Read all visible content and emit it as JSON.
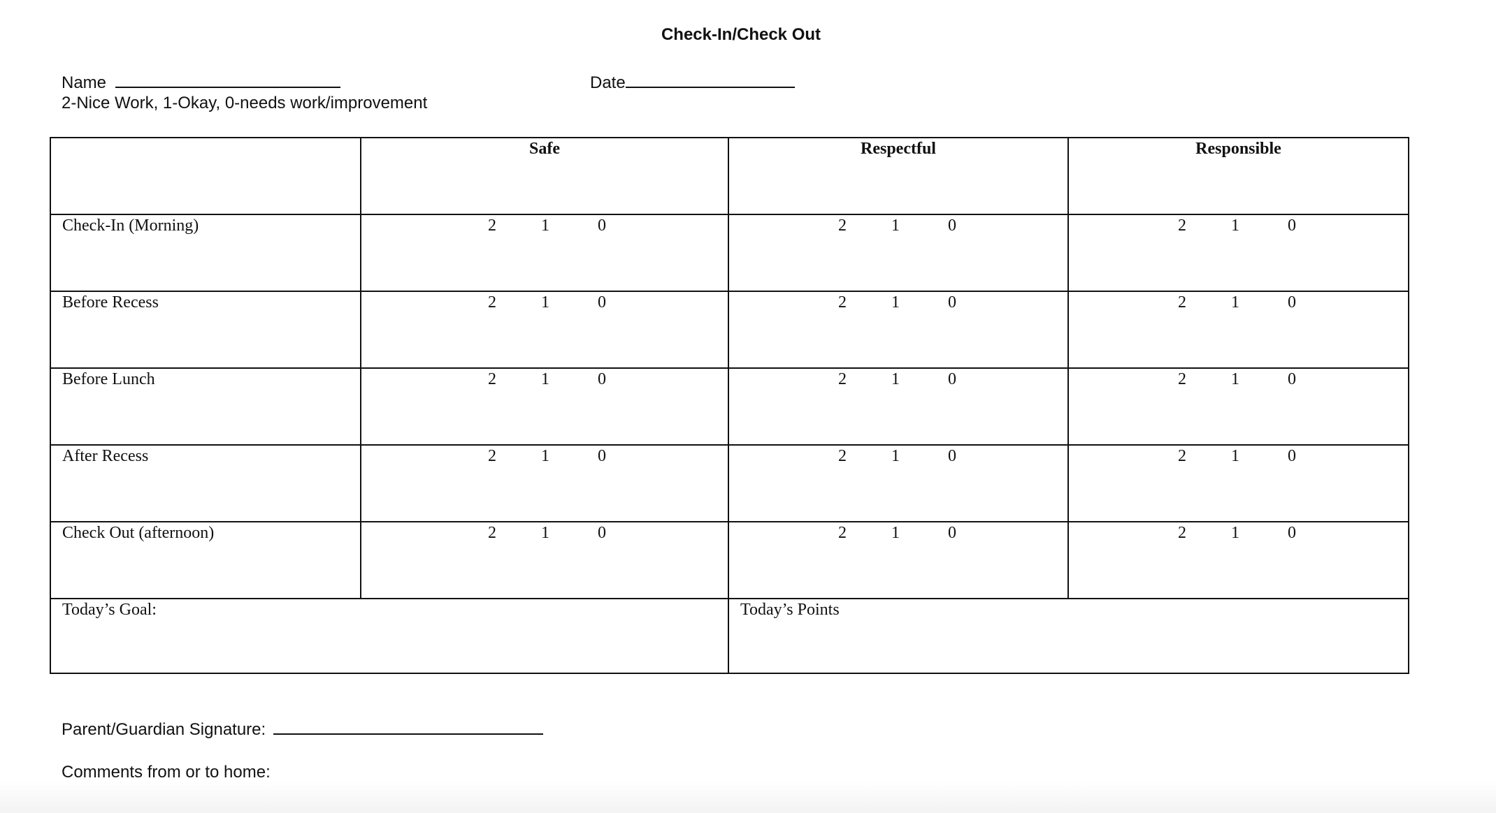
{
  "form": {
    "title": "Check-In/Check Out",
    "name_label": "Name",
    "date_label": "Date",
    "scale_note": "2-Nice Work, 1-Okay, 0-needs work/improvement"
  },
  "table": {
    "columns": [
      "Safe",
      "Respectful",
      "Responsible"
    ],
    "rows": [
      {
        "label": "Check-In (Morning)",
        "scores": [
          "2",
          "1",
          "0"
        ]
      },
      {
        "label": "Before Recess",
        "scores": [
          "2",
          "1",
          "0"
        ]
      },
      {
        "label": "Before Lunch",
        "scores": [
          "2",
          "1",
          "0"
        ]
      },
      {
        "label": "After Recess",
        "scores": [
          "2",
          "1",
          "0"
        ]
      },
      {
        "label": "Check Out (afternoon)",
        "scores": [
          "2",
          "1",
          "0"
        ]
      }
    ],
    "goal_label": "Today’s Goal:",
    "points_label": "Today’s Points"
  },
  "footer": {
    "signature_label": "Parent/Guardian Signature:",
    "comments_label": "Comments from or to home:"
  }
}
